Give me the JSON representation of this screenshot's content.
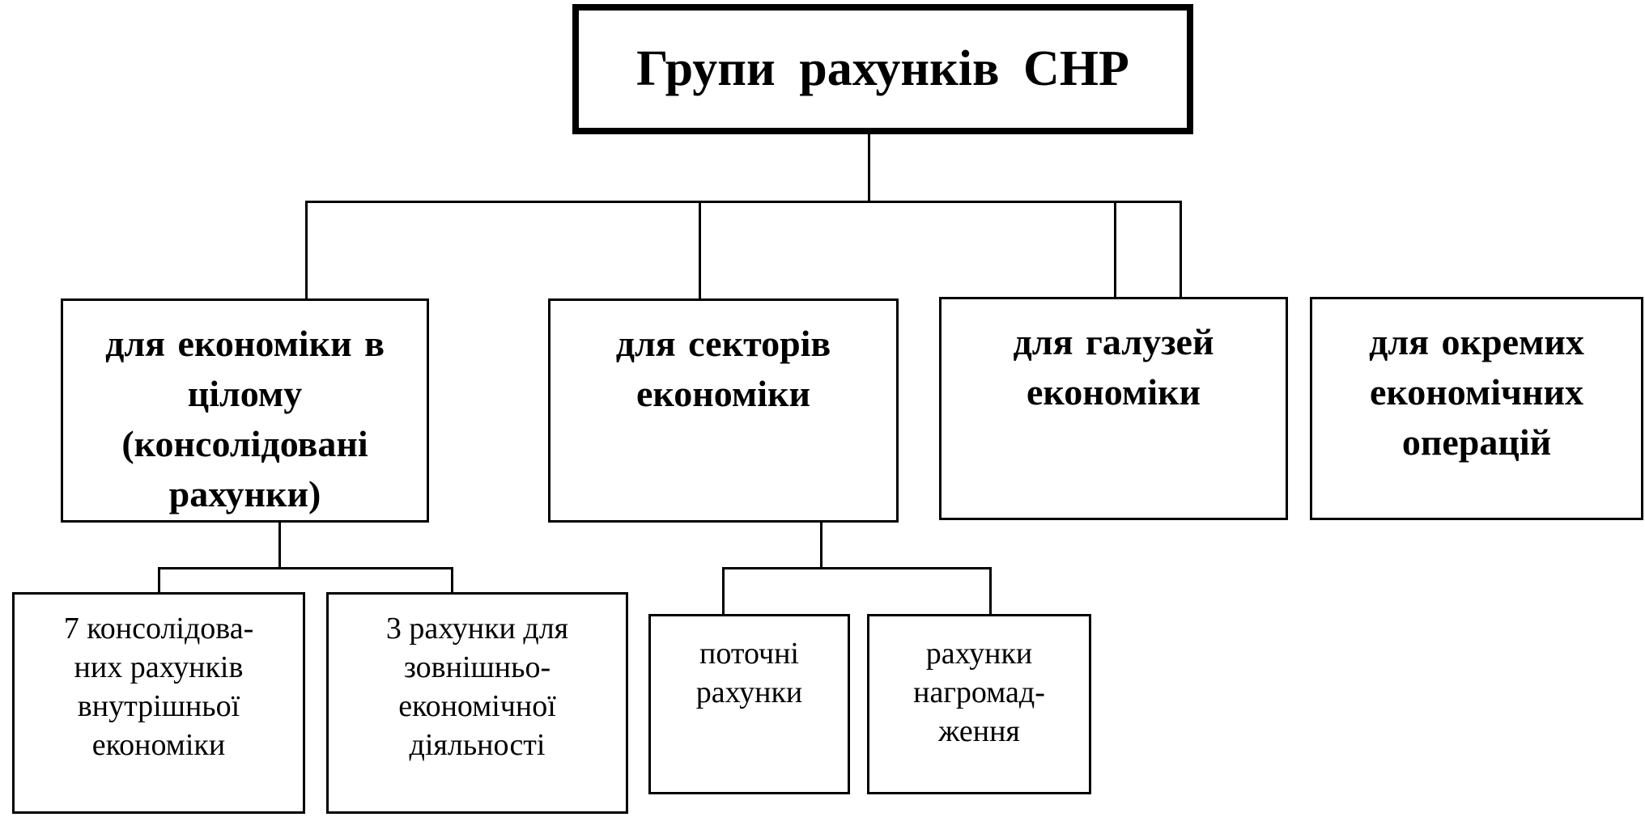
{
  "diagram": {
    "root": {
      "title": "Групи рахунків СНР"
    },
    "groups": [
      {
        "lines": [
          "для економіки в",
          "цілому",
          "(консолідовані",
          "рахунки)"
        ],
        "children": [
          {
            "lines": [
              "7 консолідова-",
              "них рахунків",
              "внутрішньої",
              "економіки"
            ]
          },
          {
            "lines": [
              "3 рахунки для",
              "зовнішньо-",
              "економічної",
              "діяльності"
            ]
          }
        ]
      },
      {
        "lines": [
          "для секторів",
          "економіки"
        ],
        "children": [
          {
            "lines": [
              "поточні",
              "рахунки"
            ]
          },
          {
            "lines": [
              "рахунки",
              "нагромад-",
              "ження"
            ]
          }
        ]
      },
      {
        "lines": [
          "для галузей",
          "економіки"
        ],
        "children": []
      },
      {
        "lines": [
          "для окремих",
          "економічних",
          "операцій"
        ],
        "children": []
      }
    ]
  }
}
